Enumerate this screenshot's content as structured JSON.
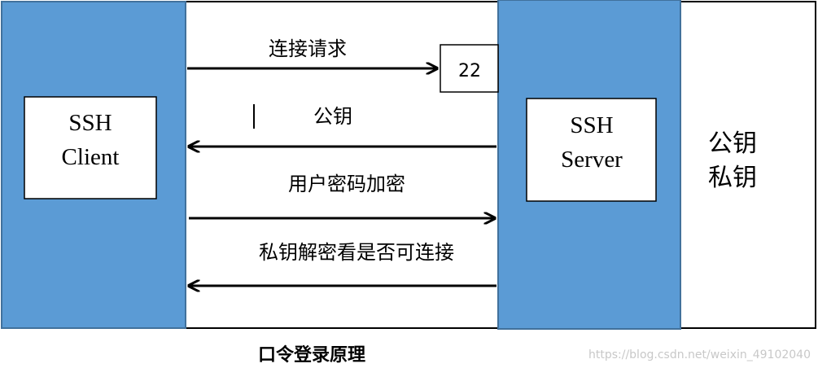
{
  "client": {
    "line1": "SSH",
    "line2": "Client"
  },
  "server": {
    "line1": "SSH",
    "line2": "Server",
    "port": "22"
  },
  "keys": {
    "line1": "公钥",
    "line2": "私钥"
  },
  "arrows": {
    "connect_request": "连接请求",
    "public_key": "公钥",
    "encrypt_password": "用户密码加密",
    "decrypt_check": "私钥解密看是否可连接"
  },
  "caption": "口令登录原理",
  "watermark": "https://blog.csdn.net/weixin_49102040",
  "colors": {
    "panel_blue": "#5b9bd5",
    "panel_border": "#41719c",
    "stroke": "#000000"
  }
}
